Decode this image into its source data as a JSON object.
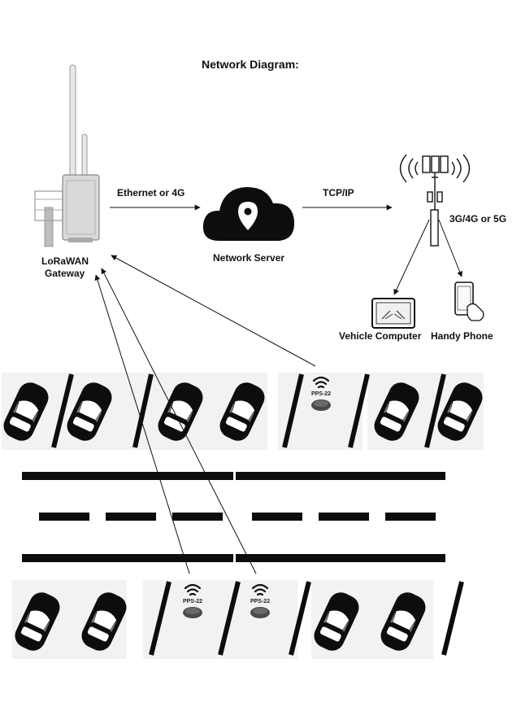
{
  "title": "Network Diagram:",
  "gateway": {
    "label_line1": "LoRaWAN",
    "label_line2": "Gateway"
  },
  "link_gateway_server": "Ethernet or 4G",
  "server": {
    "label": "Network Server"
  },
  "link_server_tower": "TCP/IP",
  "link_tower_devices": "3G/4G or 5G",
  "devices": [
    {
      "label": "Vehicle Computer",
      "icon": "monitor-icon"
    },
    {
      "label": "Handy Phone",
      "icon": "phone-icon"
    }
  ],
  "sensor_model": "PPS-22",
  "colors": {
    "ink": "#111111",
    "gateway_body": "#d9d9d9",
    "sensor": "#4a4a4a"
  }
}
